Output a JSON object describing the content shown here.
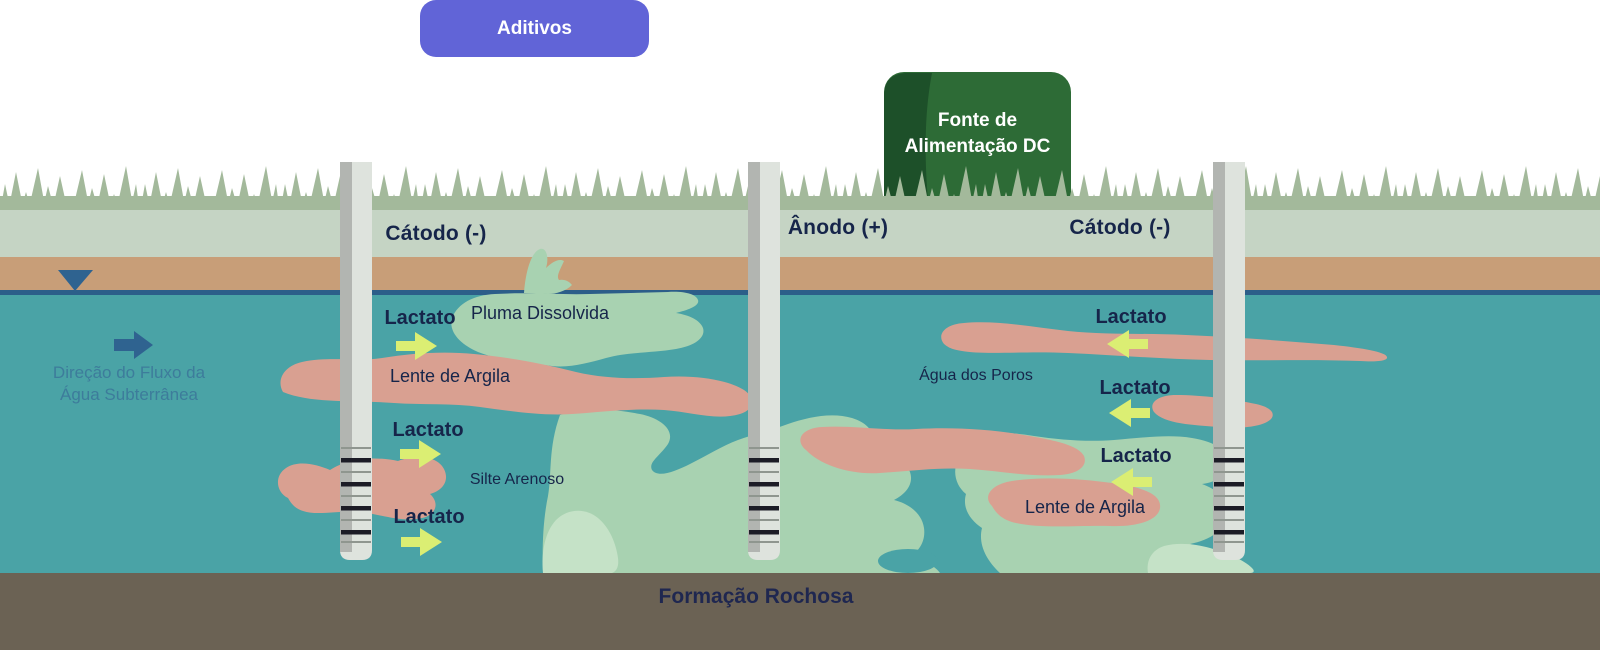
{
  "scene": {
    "additives_button_label": "Aditivos",
    "power_supply": {
      "line1": "Fonte de",
      "line2": "Alimentação DC"
    },
    "electrode_labels": {
      "cathode_left": "Cátodo (-)",
      "anode": "Ânodo (+)",
      "cathode_right": "Cátodo (-)"
    },
    "groundwater_flow_label": "Direção do Fluxo da Água Subterrânea",
    "region_labels": {
      "dissolved_plume": "Pluma Dissolvida",
      "clay_lens_left": "Lente de Argila",
      "clay_lens_right": "Lente de Argila",
      "pore_water": "Água dos Poros",
      "sandy_silt": "Silte Arenoso",
      "rock_formation": "Formação Rochosa"
    },
    "lactate_markers": [
      {
        "label": "Lactato",
        "direction": "right"
      },
      {
        "label": "Lactato",
        "direction": "right"
      },
      {
        "label": "Lactato",
        "direction": "right"
      },
      {
        "label": "Lactato",
        "direction": "left"
      },
      {
        "label": "Lactato",
        "direction": "left"
      },
      {
        "label": "Lactato",
        "direction": "left"
      }
    ],
    "icons": {
      "water_table_marker": "down-triangle",
      "groundwater_flow_arrow": "right-arrow",
      "lactate_arrow": "block-arrow"
    },
    "colors": {
      "additives_purple": "#6164d7",
      "power_supply_green": "#2d6b36",
      "power_supply_green_dark": "#1d5029",
      "grass_green": "#a3b99b",
      "topsoil_sage": "#c5d4c4",
      "vadose_tan": "#c89e78",
      "aquifer_teal": "#4aa3a6",
      "water_table_blue": "#2c5e89",
      "rock_brown": "#6b6254",
      "clay_pink": "#d9a091",
      "plume_green": "#a8d2b1",
      "plume_green_light": "#c5e2c7",
      "lactate_arrow_yellow": "#dbee73",
      "label_navy": "#16254a",
      "flow_blue": "#2f6390",
      "well_gray": "#dee3dd",
      "well_gray_dark": "#b2b5b1"
    }
  }
}
